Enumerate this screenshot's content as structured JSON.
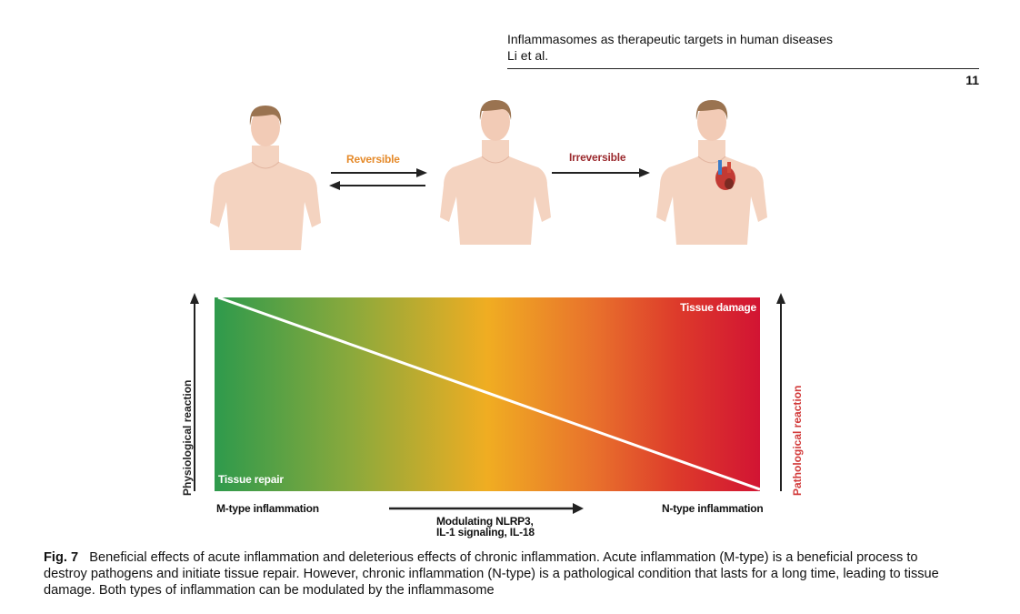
{
  "header": {
    "title": "Inflammasomes as therapeutic targets in human diseases",
    "authors": "Li et al.",
    "page_number": "11"
  },
  "figure": {
    "top": {
      "reversible": "Reversible",
      "irreversible": "Irreversible"
    },
    "gradient": {
      "tissue_damage": "Tissue damage",
      "tissue_repair": "Tissue repair",
      "left_axis": "Physiological reaction",
      "right_axis": "Pathological reaction",
      "m_type": "M-type inflammation",
      "n_type": "N-type inflammation",
      "modulating_line1": "Modulating NLRP3,",
      "modulating_line2": "IL-1 signaling, IL-18"
    },
    "colors": {
      "green": "#2e9a4c",
      "orange": "#f0ad22",
      "red": "#d21433",
      "reversible": "#e58a2a",
      "irreversible": "#9b2a2e",
      "pathological": "#d23a3a"
    }
  },
  "caption": {
    "label": "Fig. 7",
    "text": "Beneficial effects of acute inflammation and deleterious effects of chronic inflammation. Acute inflammation (M-type) is a beneficial process to destroy pathogens and initiate tissue repair. However, chronic inflammation (N-type) is a pathological condition that lasts for a long time, leading to tissue damage. Both types of inflammation can be modulated by the inflammasome"
  }
}
